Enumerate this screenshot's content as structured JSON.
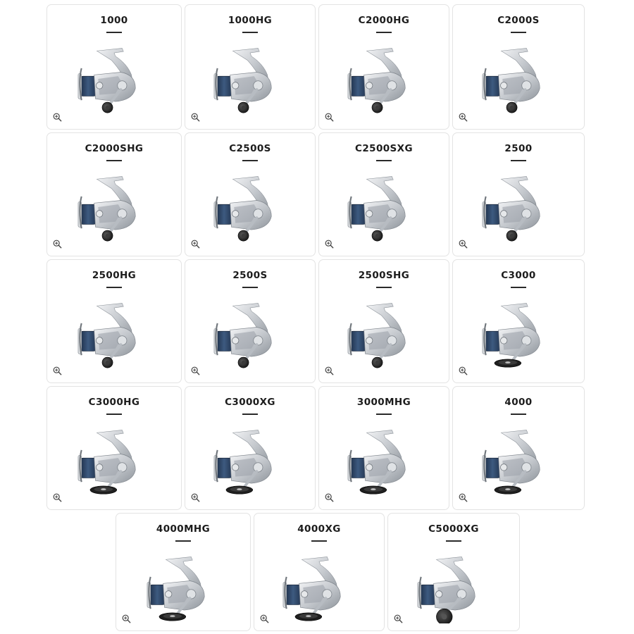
{
  "reels": [
    {
      "model": "1000",
      "handle": "small"
    },
    {
      "model": "1000HG",
      "handle": "small"
    },
    {
      "model": "C2000HG",
      "handle": "small"
    },
    {
      "model": "C2000S",
      "handle": "small"
    },
    {
      "model": "C2000SHG",
      "handle": "small"
    },
    {
      "model": "C2500S",
      "handle": "small"
    },
    {
      "model": "C2500SXG",
      "handle": "small"
    },
    {
      "model": "2500",
      "handle": "small"
    },
    {
      "model": "2500HG",
      "handle": "small"
    },
    {
      "model": "2500S",
      "handle": "small"
    },
    {
      "model": "2500SHG",
      "handle": "small"
    },
    {
      "model": "C3000",
      "handle": "large"
    },
    {
      "model": "C3000HG",
      "handle": "large"
    },
    {
      "model": "C3000XG",
      "handle": "large"
    },
    {
      "model": "3000MHG",
      "handle": "large"
    },
    {
      "model": "4000",
      "handle": "large"
    },
    {
      "model": "4000MHG",
      "handle": "large"
    },
    {
      "model": "4000XG",
      "handle": "large"
    },
    {
      "model": "C5000XG",
      "handle": "round"
    }
  ],
  "icons": {
    "zoom": "zoom-in-icon"
  },
  "colors": {
    "card_border": "#e3e3e3",
    "title_text": "#1c1c1c",
    "reel_silver": "#c4c8cc",
    "reel_blue": "#2a3f5c",
    "knob_dark": "#1e1e1e"
  }
}
